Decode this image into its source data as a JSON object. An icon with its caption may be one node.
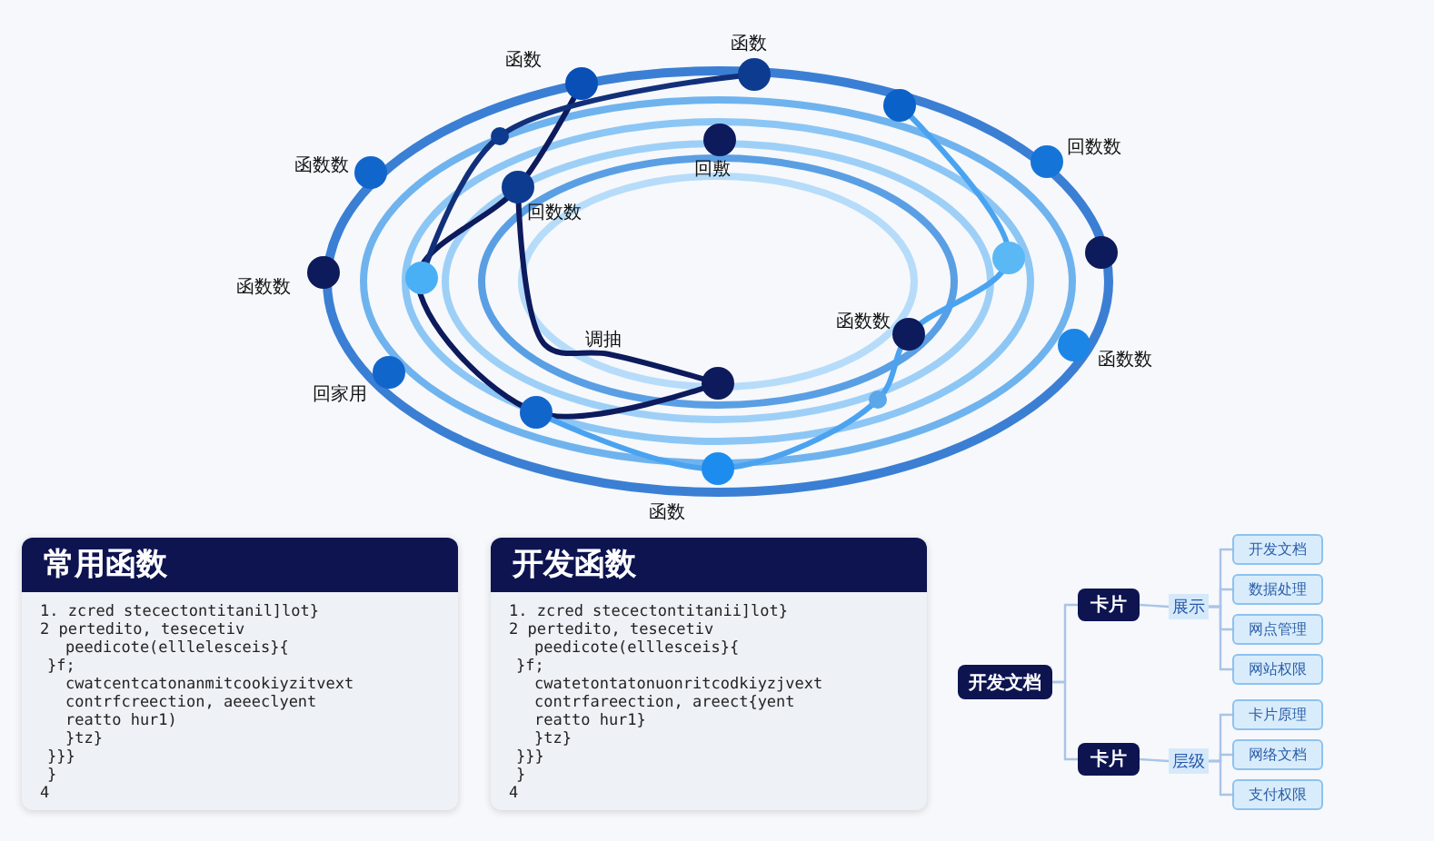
{
  "diagram": {
    "nodes": [
      {
        "text": [
          "常用函数",
          "1. zcred stecectontitanil]lot}",
          "2 pertedito, tesecetiv",
          "peedicote(elllelesceis}{",
          "}f;",
          "cwatcentcatonanmitcookiyzitvext",
          "contrfcreection, aeeeclyent",
          "reatto hur1)",
          "}tz}",
          "}}}",
          "}",
          "4"
        ]
      },
      {
        "text": [
          "开发函数",
          "1. zcred stecectontitanii]lot}",
          "2 pertedito, tesecetiv",
          "peedicote(elllesceis}{",
          "}f;",
          "cwatetontatonuonritcodkiyzjvext",
          "contrfareection, areect{yent",
          "reatto hur1}",
          "}tz}",
          "}}}",
          "}",
          "4"
        ]
      },
      {
        "text": [
          "开发文档"
        ]
      },
      {
        "text": [
          "卡片"
        ]
      },
      {
        "text": [
          "展示"
        ]
      },
      {
        "text": [
          "开发文档"
        ]
      },
      {
        "text": [
          "数据处理"
        ]
      },
      {
        "text": [
          "网点管理"
        ]
      },
      {
        "text": [
          "网站权限"
        ]
      },
      {
        "text": [
          "卡片"
        ]
      },
      {
        "text": [
          "层级"
        ]
      },
      {
        "text": [
          "卡片原理"
        ]
      },
      {
        "text": [
          "网络文档"
        ]
      },
      {
        "text": [
          "支付权限"
        ]
      }
    ],
    "edges": [
      {
        "from": 2,
        "to": 3,
        "arrow": "none"
      },
      {
        "from": 2,
        "to": 9,
        "arrow": "none"
      },
      {
        "from": 3,
        "to": 4,
        "arrow": "none"
      },
      {
        "from": 4,
        "to": 5,
        "arrow": "none"
      },
      {
        "from": 4,
        "to": 6,
        "arrow": "none"
      },
      {
        "from": 4,
        "to": 7,
        "arrow": "none"
      },
      {
        "from": 4,
        "to": 8,
        "arrow": "none"
      },
      {
        "from": 9,
        "to": 10,
        "arrow": "none"
      },
      {
        "from": 10,
        "to": 11,
        "arrow": "none"
      },
      {
        "from": 10,
        "to": 12,
        "arrow": "none"
      },
      {
        "from": 10,
        "to": 13,
        "arrow": "none"
      }
    ],
    "labels": [
      "函数",
      "函数",
      "回数数",
      "函数数",
      "回数数",
      "回敷",
      "函数数",
      "调抽",
      "函数数",
      "函数数",
      "回家用",
      "函数"
    ]
  }
}
